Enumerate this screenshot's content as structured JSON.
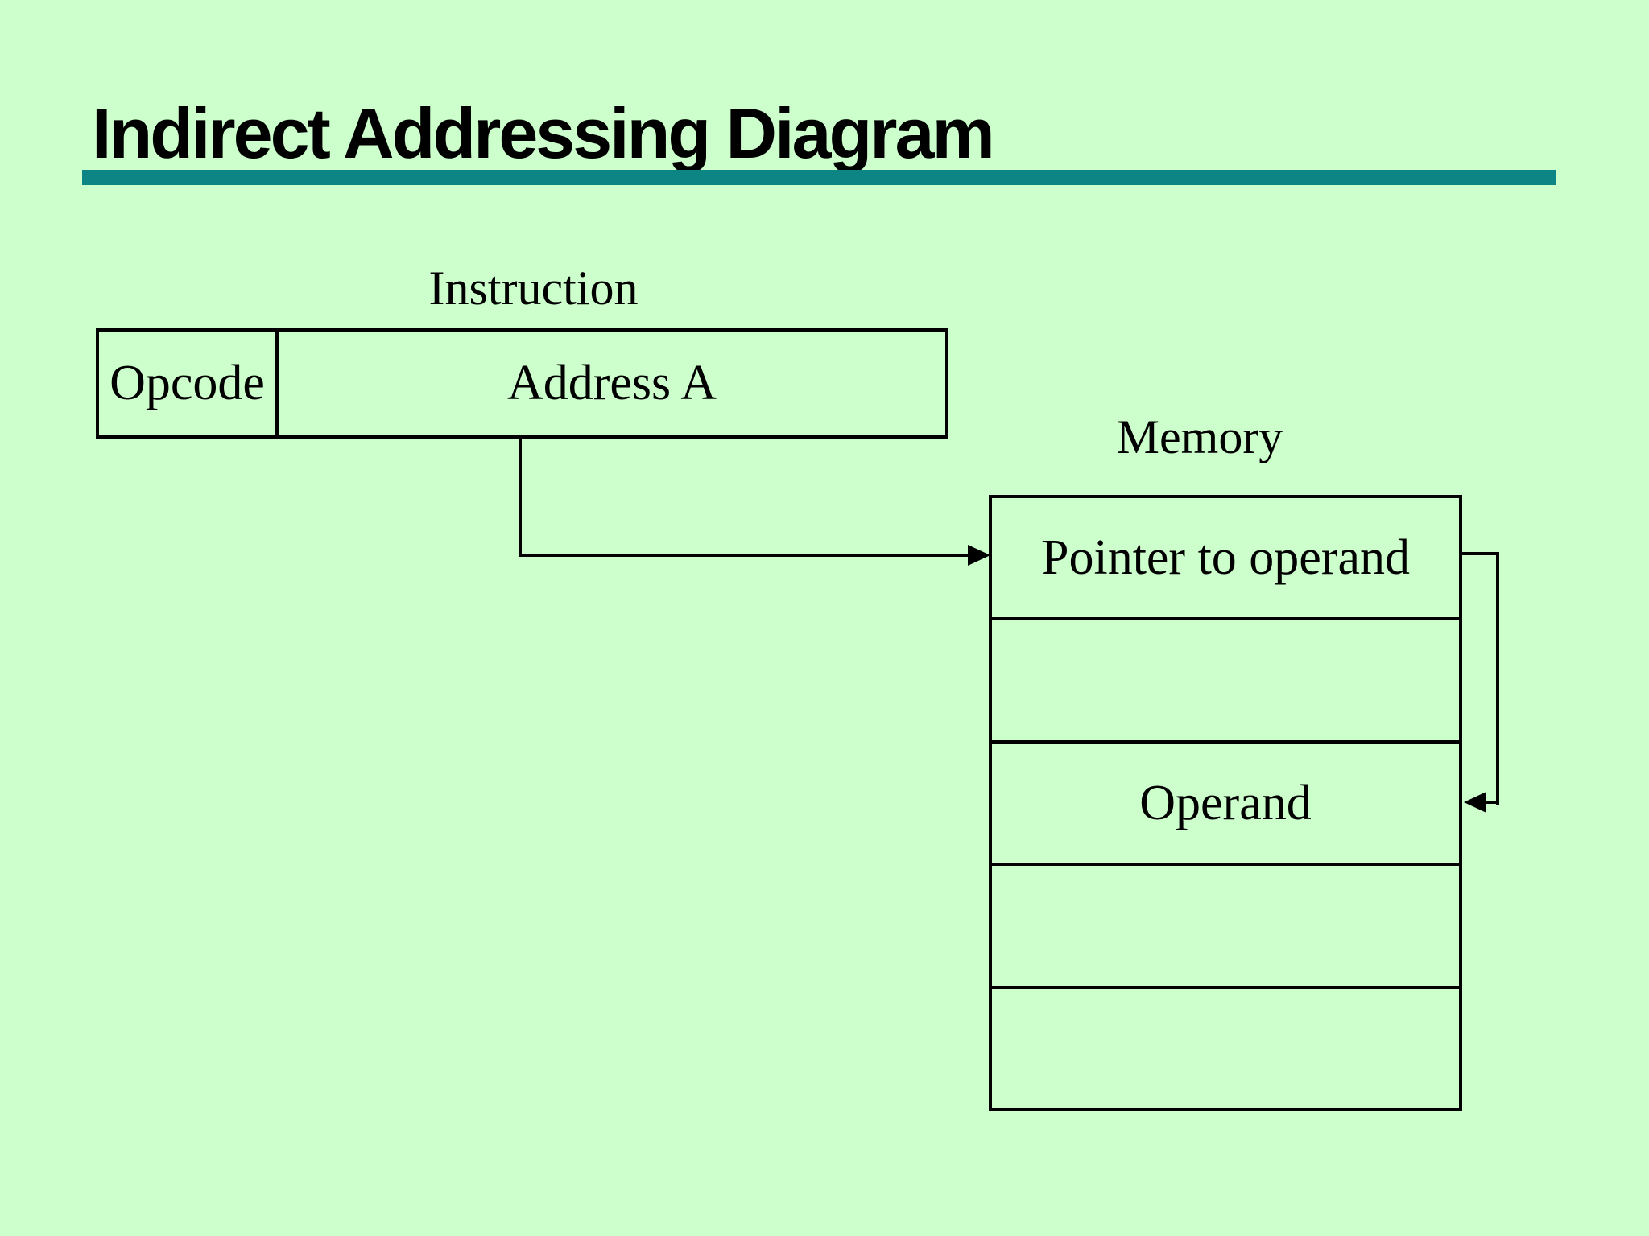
{
  "slide": {
    "title": "Indirect Addressing Diagram"
  },
  "colors": {
    "background": "#ccffcc",
    "accent_underline": "#0e8585",
    "line": "#000000",
    "text": "#000000"
  },
  "diagram": {
    "instruction_label": "Instruction",
    "instruction_fields": {
      "opcode": "Opcode",
      "address": "Address A"
    },
    "memory_label": "Memory",
    "memory_rows": [
      "Pointer to operand",
      "",
      "Operand",
      "",
      ""
    ],
    "arrows": [
      "address-a-to-pointer",
      "pointer-to-operand-loop"
    ]
  }
}
